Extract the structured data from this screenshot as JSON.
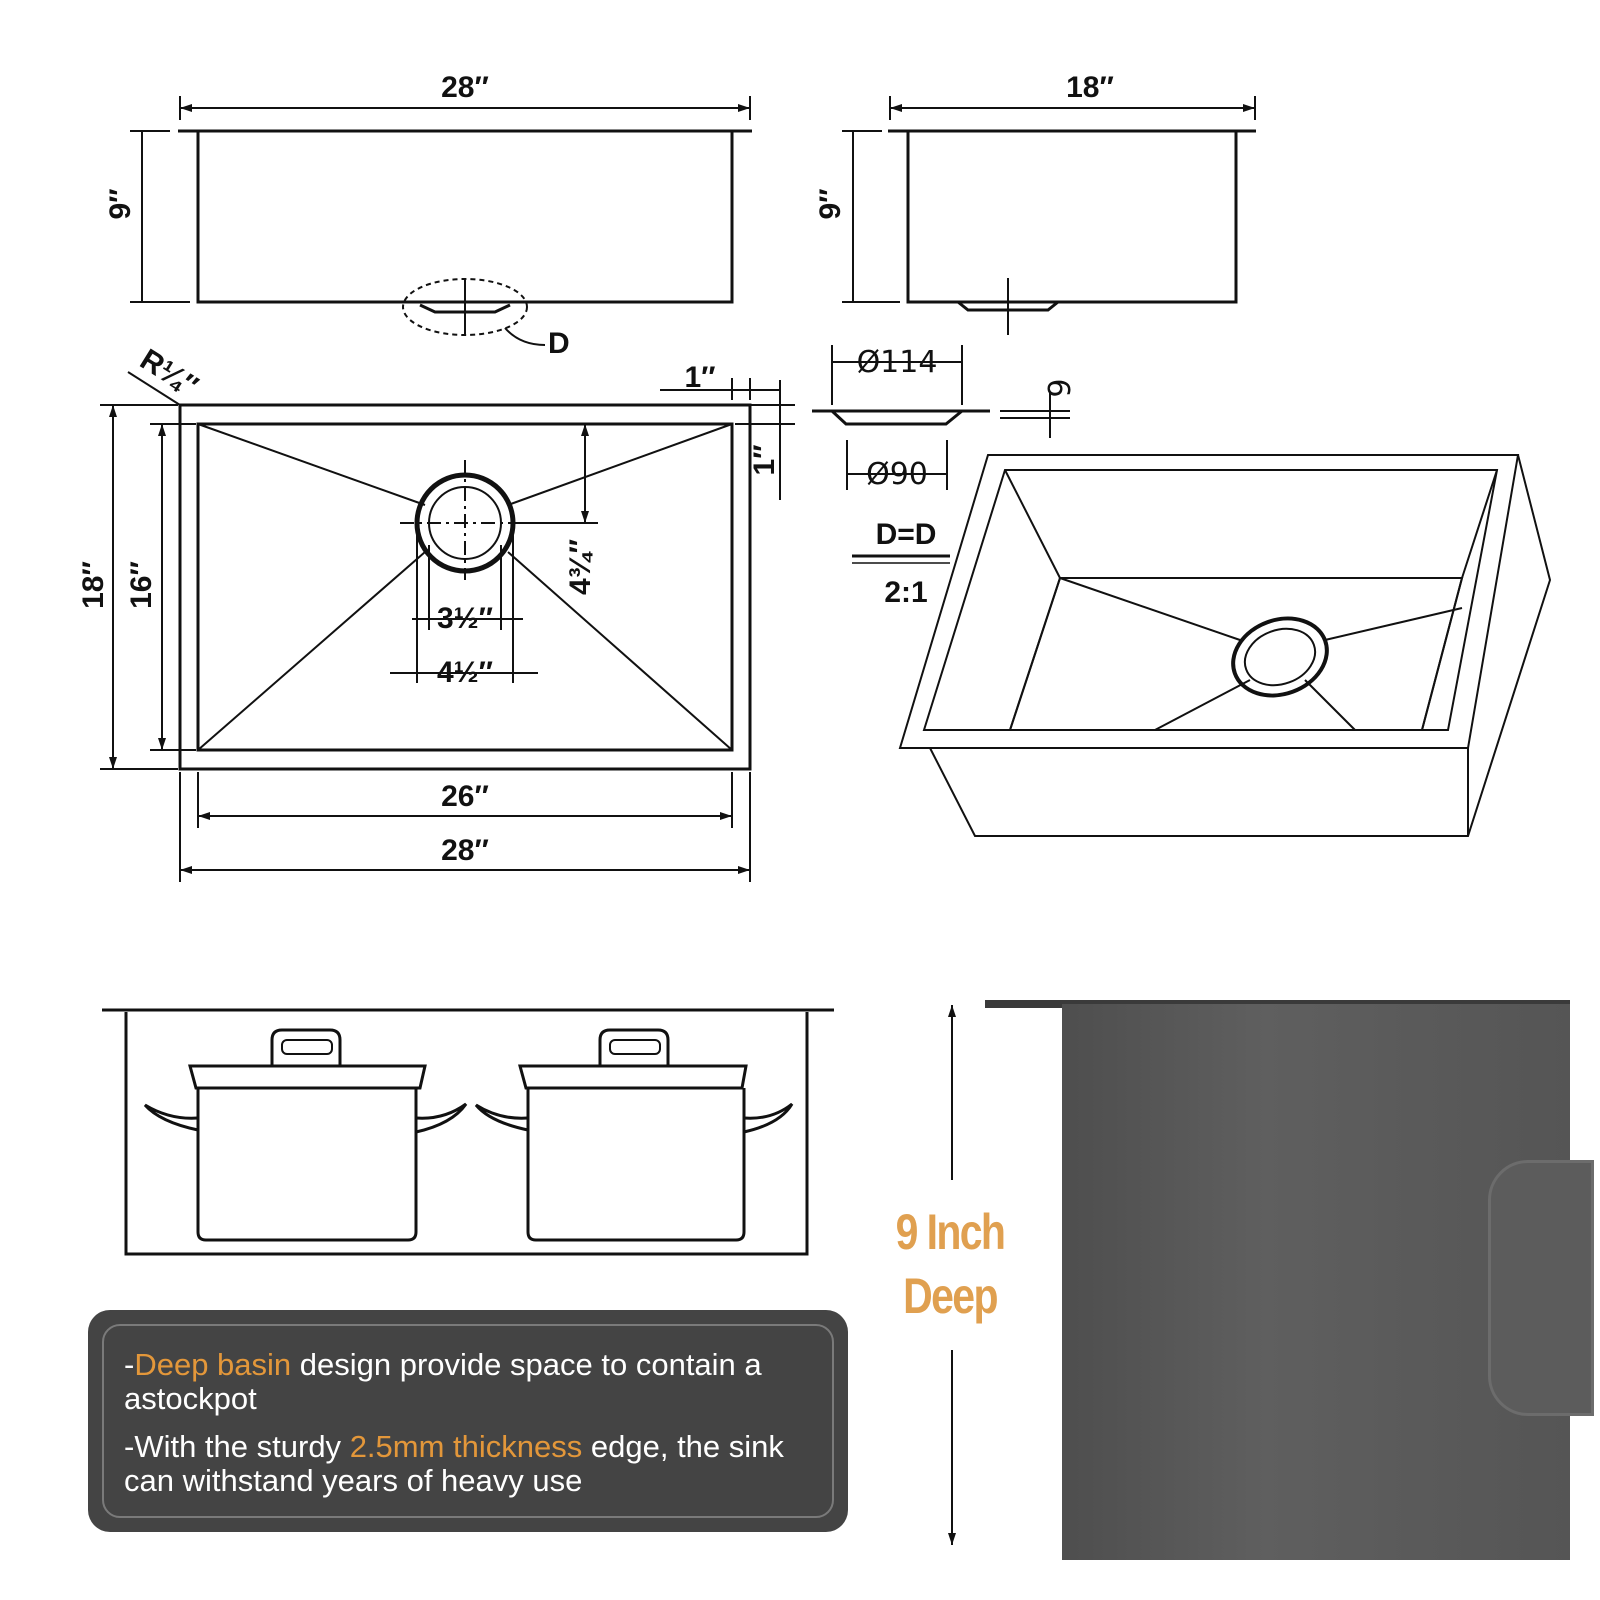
{
  "front_view": {
    "width_label": "28″",
    "height_label": "9″",
    "drain_callout": "D"
  },
  "side_view": {
    "width_label": "18″",
    "height_label": "9″"
  },
  "top_view": {
    "corner_radius_label": "R¼″",
    "rim_label_top": "1″",
    "rim_label_side": "1″",
    "outer_depth_label": "18″",
    "inner_depth_label": "16″",
    "drain_offset_label": "4¾″",
    "drain_inner_label": "3½″",
    "drain_outer_label": "4½″",
    "inner_width_label": "26″",
    "outer_width_label": "28″"
  },
  "drain_detail": {
    "outer_diameter_label": "Ø114",
    "inner_diameter_label": "Ø90",
    "thickness_label": "6",
    "section_label": "D=D",
    "scale_label": "2:1"
  },
  "callout": {
    "line1_prefix": "-",
    "line1_highlight": "Deep basin",
    "line1_rest": " design provide space to contain a astockpot",
    "line2_prefix": "-With the sturdy ",
    "line2_highlight": "2.5mm thickness",
    "line2_rest": " edge, the sink can withstand years of heavy use",
    "highlight_color": "#e3973a"
  },
  "depth_label": {
    "line1": "9 Inch",
    "line2": "Deep",
    "color": "#e0a050"
  }
}
